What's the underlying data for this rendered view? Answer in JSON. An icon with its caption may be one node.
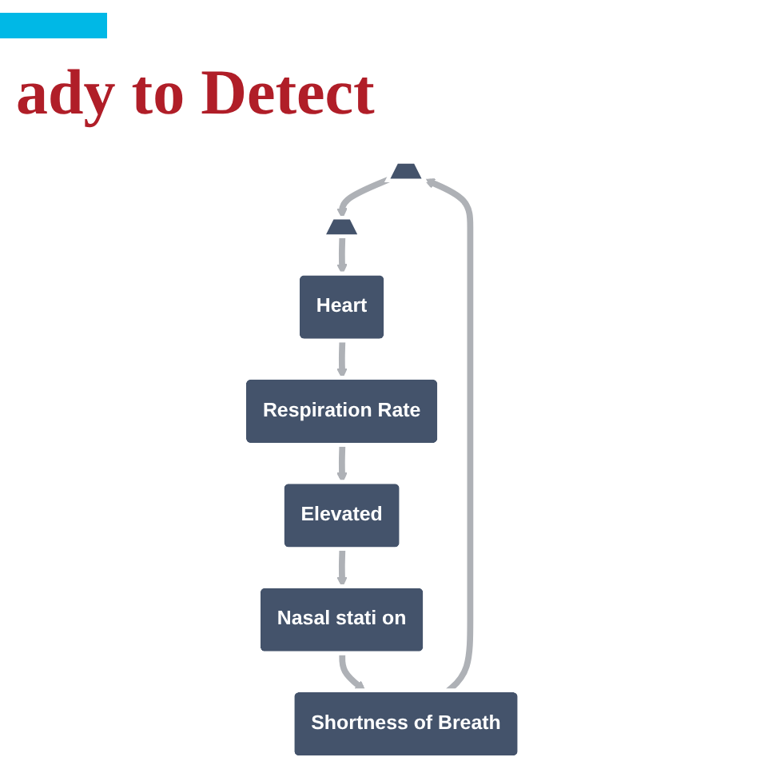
{
  "diagram": {
    "title": "ady to Detect",
    "nodes": [
      {
        "text": [],
        "shape": "wedge"
      },
      {
        "text": [],
        "shape": "wedge"
      },
      {
        "text": [
          "Heart"
        ]
      },
      {
        "text": [
          "Respiration Rate"
        ]
      },
      {
        "text": [
          "Elevated"
        ]
      },
      {
        "text": [
          "Nasal stati on"
        ]
      },
      {
        "text": [
          "Shortness of Breath"
        ]
      }
    ],
    "edges": [
      {
        "from": 0,
        "to": 1,
        "arrow": "to"
      },
      {
        "from": 1,
        "to": 2,
        "arrow": "to"
      },
      {
        "from": 2,
        "to": 3,
        "arrow": "to"
      },
      {
        "from": 3,
        "to": 4,
        "arrow": "to"
      },
      {
        "from": 4,
        "to": 5,
        "arrow": "to"
      },
      {
        "from": 5,
        "to": 6,
        "arrow": "to"
      },
      {
        "from": 6,
        "to": 0,
        "arrow": "to"
      }
    ]
  }
}
